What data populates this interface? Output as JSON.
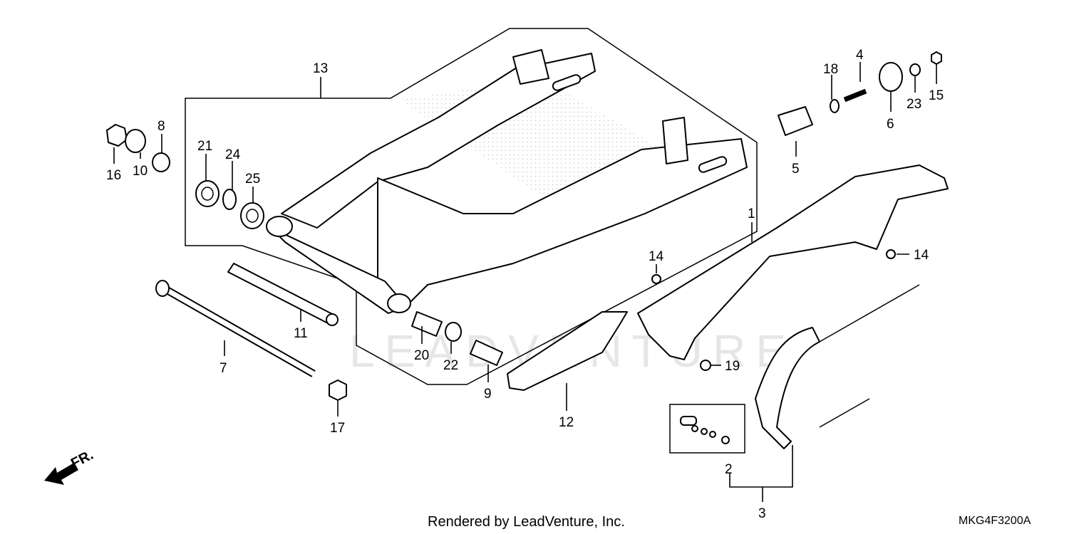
{
  "diagram": {
    "callouts": [
      "1",
      "2",
      "3",
      "4",
      "5",
      "6",
      "7",
      "8",
      "9",
      "10",
      "11",
      "12",
      "13",
      "14",
      "14",
      "15",
      "16",
      "17",
      "18",
      "19",
      "20",
      "21",
      "22",
      "23",
      "24",
      "25"
    ],
    "direction_label": "FR.",
    "watermark": "LEADVENTURE",
    "credit": "Rendered by LeadVenture, Inc.",
    "diagram_code": "MKG4F3200A"
  }
}
